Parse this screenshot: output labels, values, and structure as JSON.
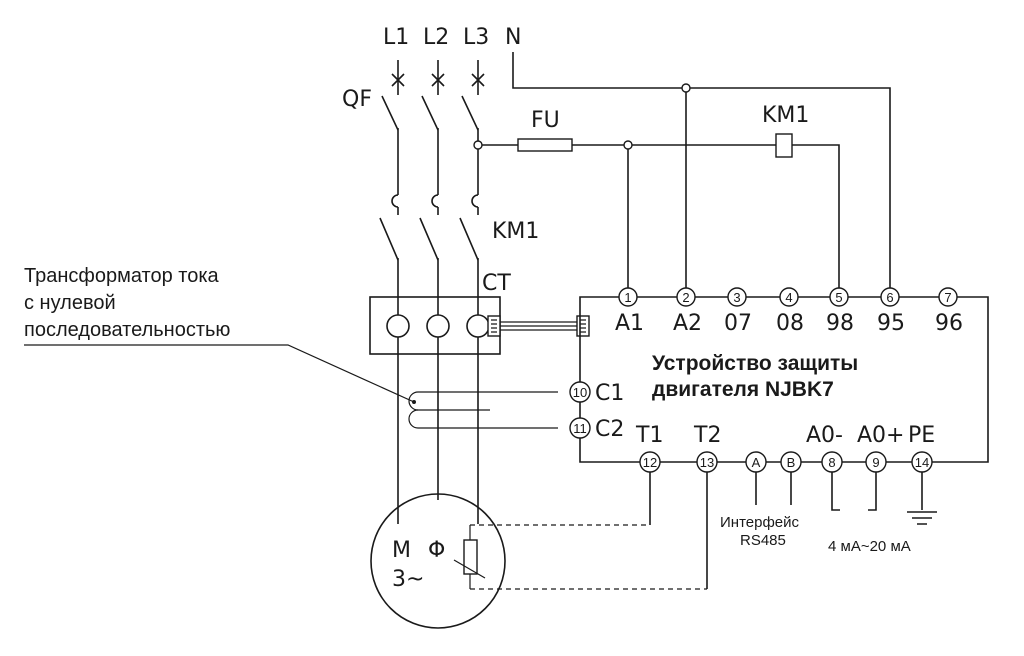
{
  "supply": {
    "l1": "L1",
    "l2": "L2",
    "l3": "L3",
    "n": "N"
  },
  "components": {
    "breaker": "QF",
    "fuse": "FU",
    "coil": "KM1",
    "contactor": "KM1",
    "ct": "CT"
  },
  "transformer_label": [
    "Трансформатор тока",
    "с нулевой",
    "последовательностью"
  ],
  "device": {
    "line1": "Устройство защиты",
    "line2": "двигателя NJBK7"
  },
  "top_terminals": [
    {
      "num": "1",
      "label": "A1"
    },
    {
      "num": "2",
      "label": "A2"
    },
    {
      "num": "3",
      "label": "07"
    },
    {
      "num": "4",
      "label": "08"
    },
    {
      "num": "5",
      "label": "98"
    },
    {
      "num": "6",
      "label": "95"
    },
    {
      "num": "7",
      "label": "96"
    }
  ],
  "side_terminals": [
    {
      "num": "10",
      "label": "C1"
    },
    {
      "num": "11",
      "label": "C2"
    }
  ],
  "bottom_terminals": [
    {
      "num": "12",
      "label": "T1"
    },
    {
      "num": "13",
      "label": "T2"
    },
    {
      "num": "A",
      "label": ""
    },
    {
      "num": "B",
      "label": ""
    },
    {
      "num": "8",
      "label": "A0-"
    },
    {
      "num": "9",
      "label": "A0+"
    },
    {
      "num": "14",
      "label": "PE"
    }
  ],
  "interface": {
    "line1": "Интерфейс",
    "line2": "RS485"
  },
  "analog_output": "4 мА~20 мА",
  "motor": {
    "letter": "M",
    "phases": "3~",
    "sensor": "Φ"
  }
}
